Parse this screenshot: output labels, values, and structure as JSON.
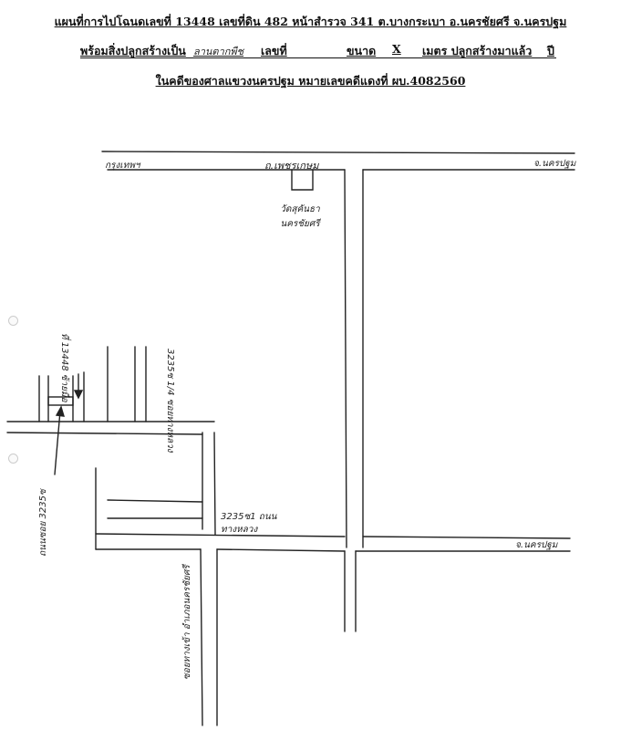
{
  "header": {
    "line1": "แผนที่การไปโฉนดเลขที่ 13448 เลขที่ดิน 482 หน้าสำรวจ 341 ต.บางกระเบา อ.นครชัยศรี จ.นครปฐม",
    "line2_prefix": "พร้อมสิ่งปลูกสร้างเป็น",
    "line2_hand": "ลานตากพืช",
    "line2_no": "เลขที่",
    "line2_size": "ขนาด",
    "line2_x": "X",
    "line2_rest": "เมตร ปลูกสร้างมาแล้ว",
    "line2_year": "ปี",
    "line3": "ในคดีของศาลแขวงนครปฐม หมายเลขคดีแดงที่ ผบ.4082560"
  },
  "labels": {
    "bangkok": "กรุงเทพฯ",
    "main_road": "ถ.เพชรเกษม",
    "nakhon_pathom_top": "จ.นครปฐม",
    "school": "วัดสุคันธา นครชัยศรี",
    "parcel": "ที่ 13448 ซ้ายมือ",
    "soi_left": "3235ซ 1/4 ซอยทางหลวง",
    "soi_main": "3235ซ1 ถนนทางหลวง",
    "nakhon_pathom_bottom": "จ.นครปฐม",
    "arrow_label": "ถนนซอย 3235ซ",
    "bottom_vertical": "ซอยทางเข้า อำเภอนครชัยศรี"
  }
}
